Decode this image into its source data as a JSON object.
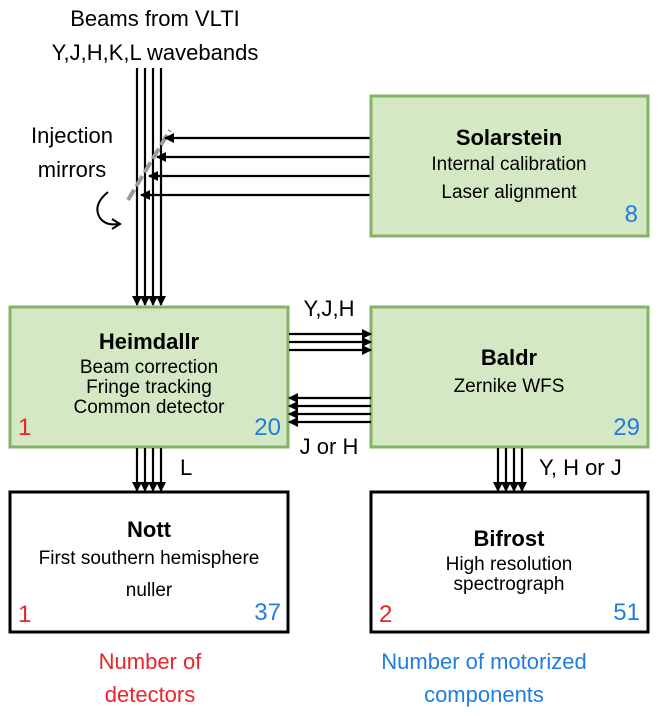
{
  "header": {
    "line1": "Beams from VLTI",
    "line2": "Y,J,H,K,L wavebands"
  },
  "injection": {
    "line1": "Injection",
    "line2": "mirrors"
  },
  "boxes": {
    "solarstein": {
      "title": "Solarstein",
      "line1": "Internal calibration",
      "line2": "Laser alignment",
      "motorized": "8"
    },
    "heimdallr": {
      "title": "Heimdallr",
      "line1": "Beam correction",
      "line2": "Fringe tracking",
      "line3": "Common detector",
      "detectors": "1",
      "motorized": "20"
    },
    "baldr": {
      "title": "Baldr",
      "line1": "Zernike WFS",
      "motorized": "29"
    },
    "nott": {
      "title": "Nott",
      "line1": "First southern hemisphere",
      "line2": "nuller",
      "detectors": "1",
      "motorized": "37"
    },
    "bifrost": {
      "title": "Bifrost",
      "line1": "High resolution",
      "line2": "spectrograph",
      "detectors": "2",
      "motorized": "51"
    }
  },
  "arrows": {
    "to_baldr": "Y,J,H",
    "from_baldr": "J or H",
    "to_nott": "L",
    "to_bifrost": "Y, H or J"
  },
  "legend": {
    "detectors_line1": "Number of",
    "detectors_line2": "detectors",
    "motorized_line1": "Number of motorized",
    "motorized_line2": "components"
  },
  "colors": {
    "box_fill": "#d5e8c4",
    "box_stroke": "#82b366",
    "detector_count": "#e8252a",
    "motor_count": "#1f7de0"
  }
}
